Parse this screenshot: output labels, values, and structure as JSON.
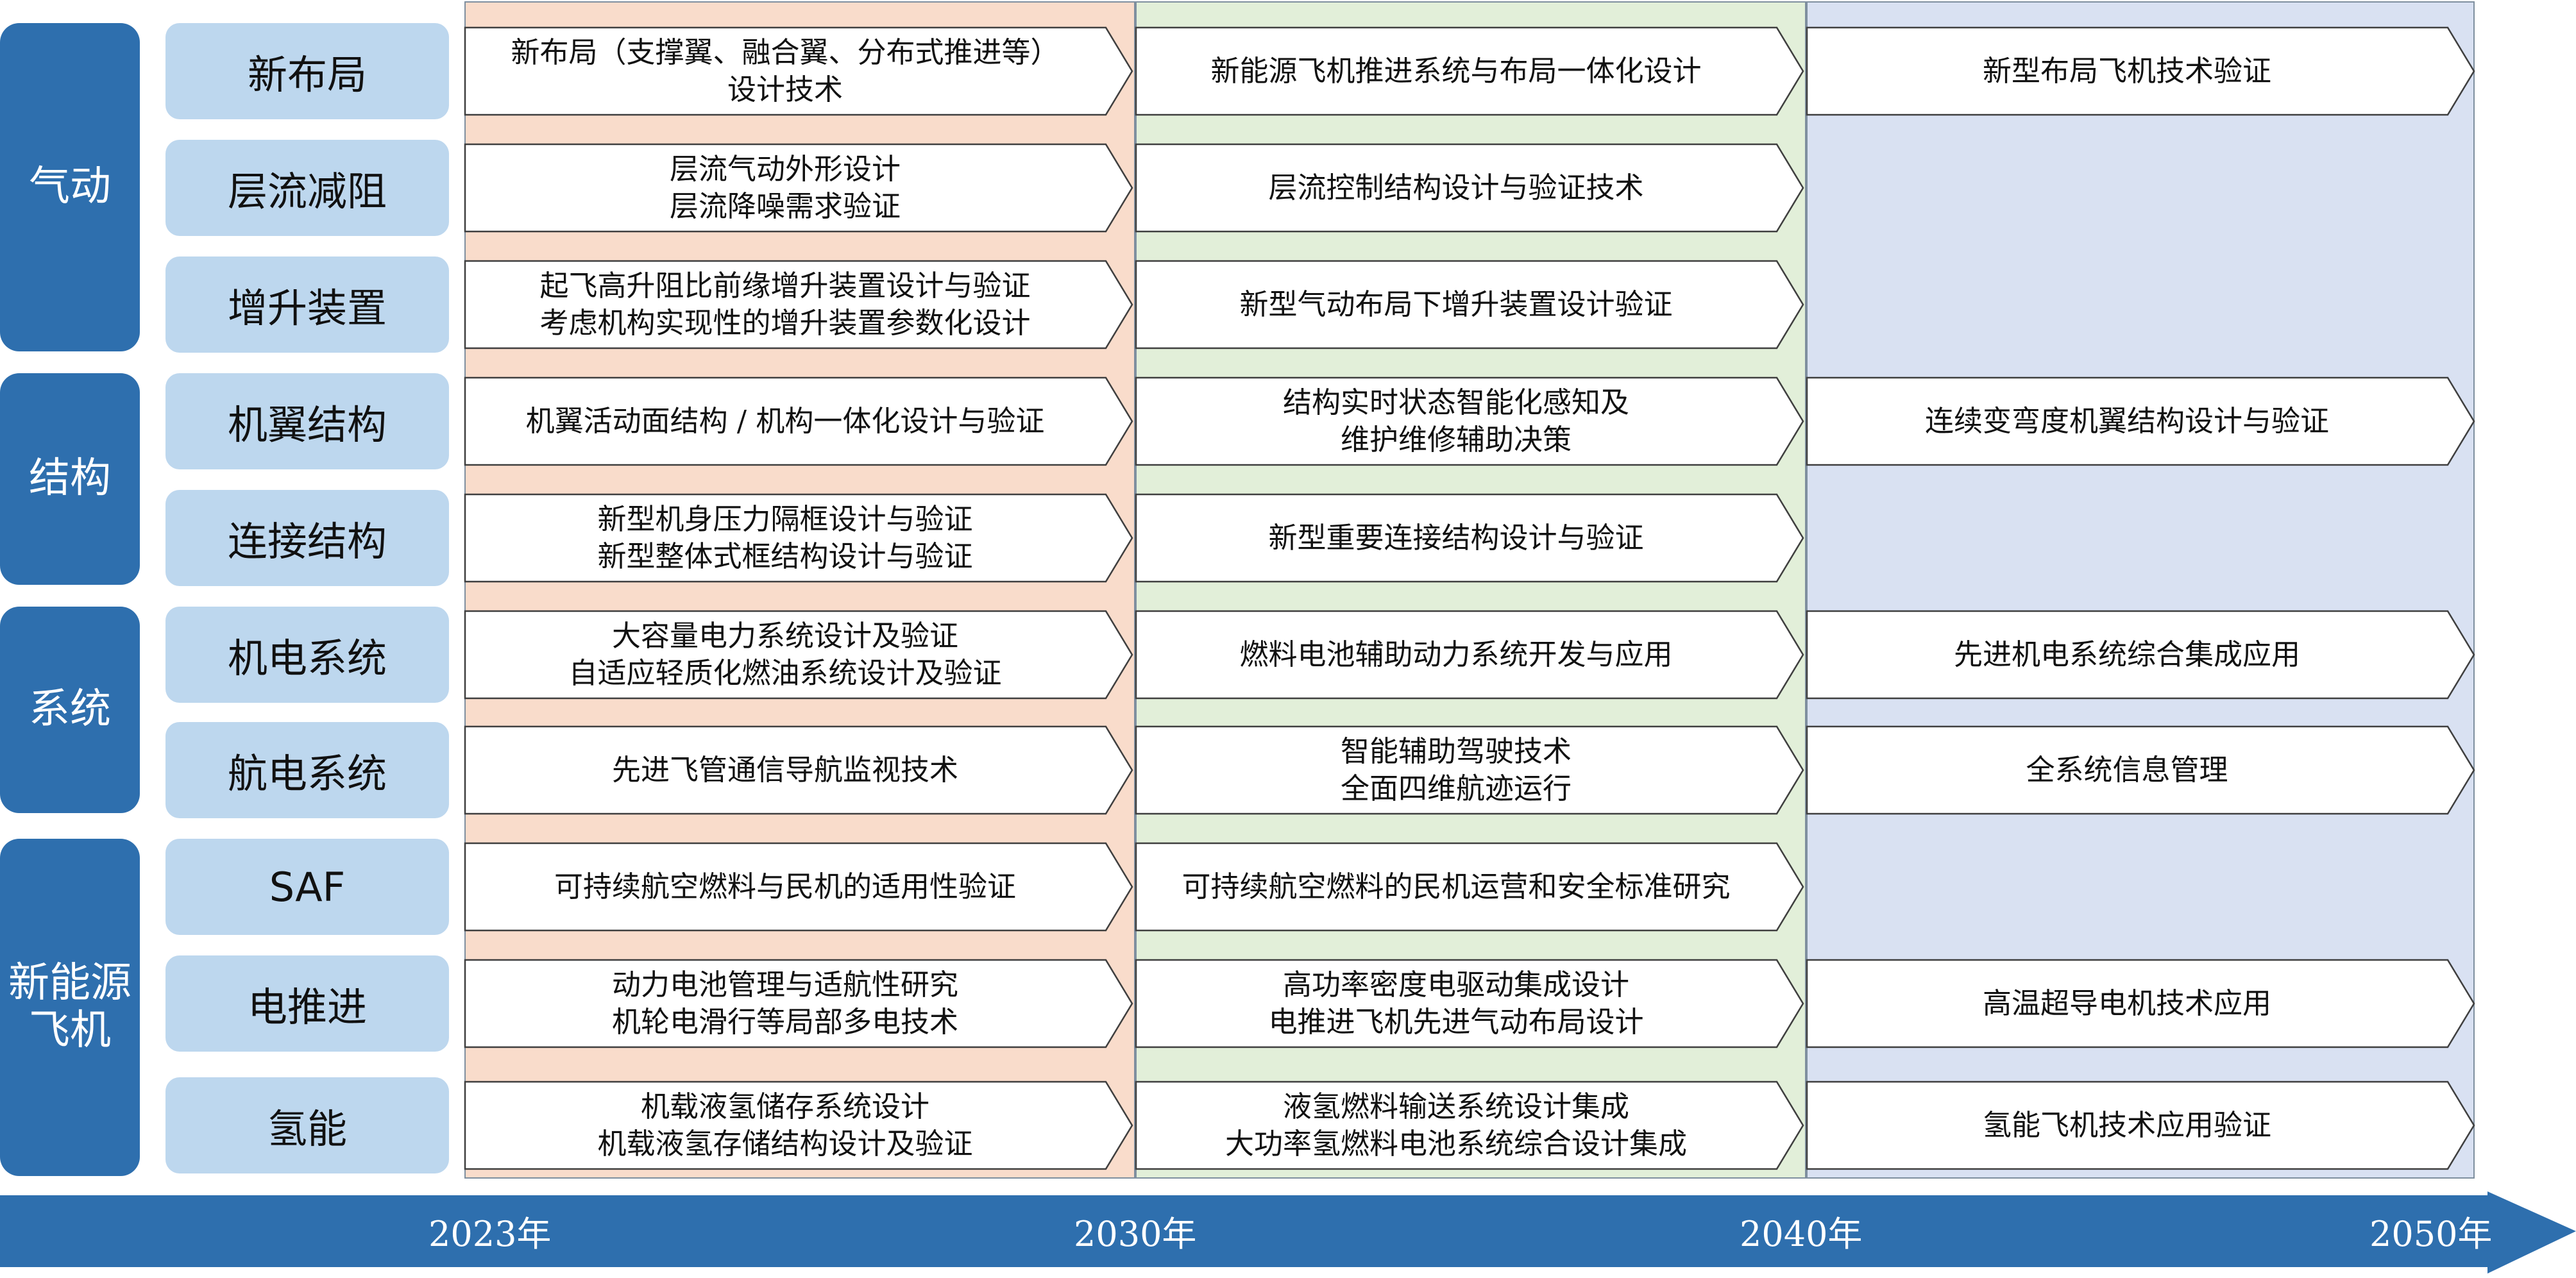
{
  "colors": {
    "primary_blue": "#2e6fae",
    "light_blue": "#bdd7ee",
    "period1_bg": "#f9dccb",
    "period2_bg": "#e2efd9",
    "period3_bg": "#d9e1f2"
  },
  "categories": [
    {
      "label": "气动"
    },
    {
      "label": "结构"
    },
    {
      "label": "系统"
    },
    {
      "label": "新能源\n飞机"
    }
  ],
  "rows": [
    {
      "label": "新布局",
      "cells": [
        [
          "新布局（支撑翼、融合翼、分布式推进等）",
          "设计技术"
        ],
        [
          "新能源飞机推进系统与布局一体化设计"
        ],
        [
          "新型布局飞机技术验证"
        ]
      ]
    },
    {
      "label": "层流减阻",
      "cells": [
        [
          "层流气动外形设计",
          "层流降噪需求验证"
        ],
        [
          "层流控制结构设计与验证技术"
        ]
      ]
    },
    {
      "label": "增升装置",
      "cells": [
        [
          "起飞高升阻比前缘增升装置设计与验证",
          "考虑机构实现性的增升装置参数化设计"
        ],
        [
          "新型气动布局下增升装置设计验证"
        ]
      ]
    },
    {
      "label": "机翼结构",
      "cells": [
        [
          "机翼活动面结构 / 机构一体化设计与验证"
        ],
        [
          "结构实时状态智能化感知及",
          "维护维修辅助决策"
        ],
        [
          "连续变弯度机翼结构设计与验证"
        ]
      ]
    },
    {
      "label": "连接结构",
      "cells": [
        [
          "新型机身压力隔框设计与验证",
          "新型整体式框结构设计与验证"
        ],
        [
          "新型重要连接结构设计与验证"
        ]
      ]
    },
    {
      "label": "机电系统",
      "cells": [
        [
          "大容量电力系统设计及验证",
          "自适应轻质化燃油系统设计及验证"
        ],
        [
          "燃料电池辅助动力系统开发与应用"
        ],
        [
          "先进机电系统综合集成应用"
        ]
      ]
    },
    {
      "label": "航电系统",
      "cells": [
        [
          "先进飞管通信导航监视技术"
        ],
        [
          "智能辅助驾驶技术",
          "全面四维航迹运行"
        ],
        [
          "全系统信息管理"
        ]
      ]
    },
    {
      "label": "SAF",
      "cells": [
        [
          "可持续航空燃料与民机的适用性验证"
        ],
        [
          "可持续航空燃料的民机运营和安全标准研究"
        ]
      ]
    },
    {
      "label": "电推进",
      "cells": [
        [
          "动力电池管理与适航性研究",
          "机轮电滑行等局部多电技术"
        ],
        [
          "高功率密度电驱动集成设计",
          "电推进飞机先进气动布局设计"
        ],
        [
          "高温超导电机技术应用"
        ]
      ]
    },
    {
      "label": "氢能",
      "cells": [
        [
          "机载液氢储存系统设计",
          "机载液氢存储结构设计及验证"
        ],
        [
          "液氢燃料输送系统设计集成",
          "大功率氢燃料电池系统综合设计集成"
        ],
        [
          "氢能飞机技术应用验证"
        ]
      ]
    }
  ],
  "timeline": {
    "years": [
      "2023年",
      "2030年",
      "2040年",
      "2050年"
    ]
  }
}
